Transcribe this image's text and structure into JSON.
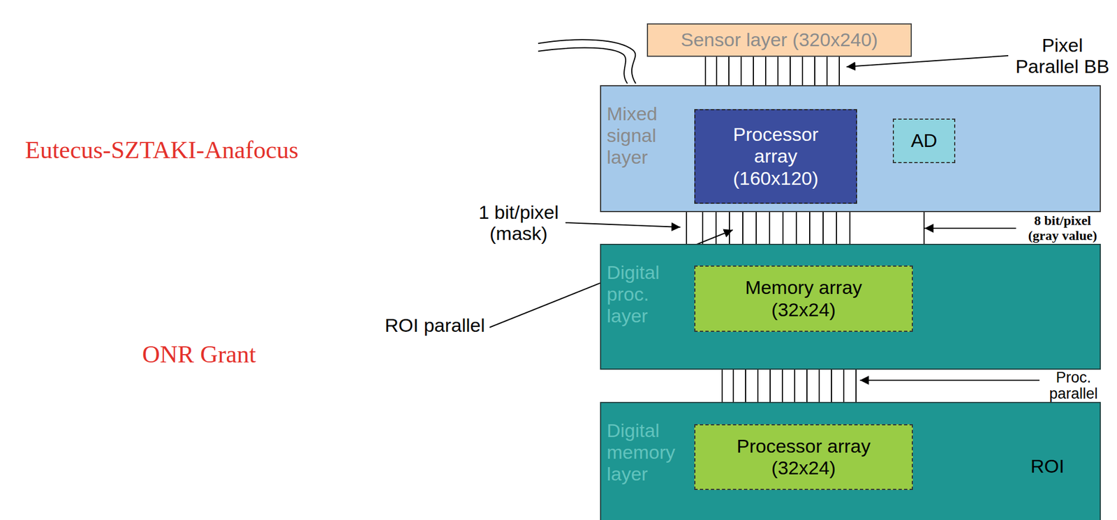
{
  "diagram": {
    "nodes": [
      {
        "text": [
          "Sensor layer (320x240)"
        ]
      },
      {
        "text": [
          "Mixed signal layer"
        ]
      },
      {
        "text": [
          "Processor array (160x120)"
        ],
        "in": 1
      },
      {
        "text": [
          "AD"
        ],
        "in": 1
      },
      {
        "text": [
          "Digital proc. layer"
        ]
      },
      {
        "text": [
          "Memory array (32x24)"
        ],
        "in": 4
      },
      {
        "text": [
          "Digital memory layer"
        ]
      },
      {
        "text": [
          "Processor array (32x24)"
        ],
        "in": 6
      }
    ],
    "edges": [
      {
        "from": 0,
        "to": 2,
        "arrow": "to"
      },
      {
        "from": 2,
        "to": 3,
        "arrow": "none"
      },
      {
        "from": 3,
        "to": 5,
        "arrow": "to"
      },
      {
        "from": 2,
        "to": 5,
        "arrow": "both"
      },
      {
        "from": 5,
        "to": 7,
        "arrow": "both"
      }
    ],
    "labels": [
      "Eutecus-SZTAKI-Anafocus",
      "ONR Grant",
      "Pixel Parallel BB",
      "1 bit/pixel (mask)",
      "ROI parallel",
      "8 bit/pixel (gray value)",
      "Proc. parallel",
      "ROI"
    ]
  }
}
